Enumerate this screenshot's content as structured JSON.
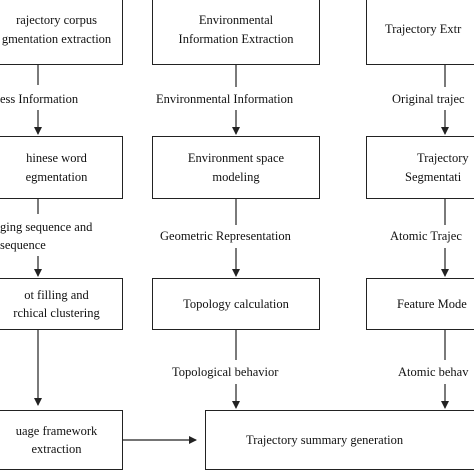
{
  "col1": {
    "box1": [
      "rajectory corpus",
      "gmentation extraction"
    ],
    "label1": "ess Information",
    "box2": [
      "hinese word",
      "egmentation"
    ],
    "label2": [
      "ging sequence and",
      "sequence"
    ],
    "box3": [
      "ot filling and",
      "rchical clustering"
    ],
    "box4": [
      "uage framework",
      "extraction"
    ]
  },
  "col2": {
    "box1": [
      "Environmental",
      "Information Extraction"
    ],
    "label1": "Environmental Information",
    "box2": [
      "Environment space",
      "modeling"
    ],
    "label2": "Geometric Representation",
    "box3": "Topology calculation",
    "label3": "Topological behavior"
  },
  "col3": {
    "box1": "Trajectory Extr",
    "label1": "Original trajec",
    "box2": [
      "Trajectory",
      "Segmentati"
    ],
    "label2": "Atomic Trajec",
    "box3": "Feature Mode",
    "label3": "Atomic behav"
  },
  "summary": "Trajectory summary generation"
}
